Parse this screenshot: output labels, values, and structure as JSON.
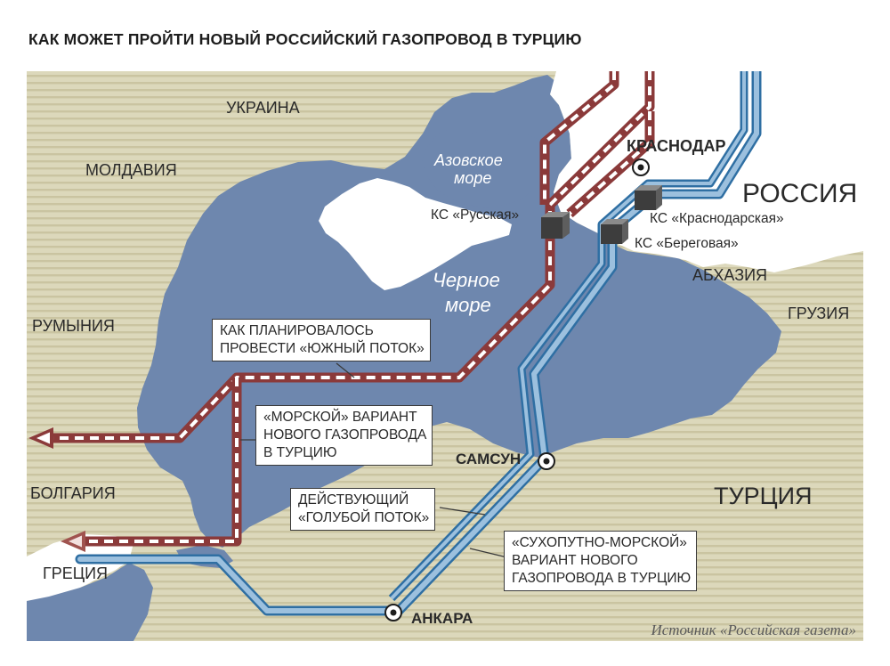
{
  "title": "КАК МОЖЕТ ПРОЙТИ НОВЫЙ РОССИЙСКИЙ ГАЗОПРОВОД В ТУРЦИЮ",
  "countries": {
    "ukraine": "УКРАИНА",
    "moldova": "МОЛДАВИЯ",
    "romania": "РУМЫНИЯ",
    "bulgaria": "БОЛГАРИЯ",
    "greece": "ГРЕЦИЯ",
    "russia": "РОССИЯ",
    "abkhazia": "АБХАЗИЯ",
    "georgia": "ГРУЗИЯ",
    "turkey": "ТУРЦИЯ"
  },
  "seas": {
    "azov_line1": "Азовское",
    "azov_line2": "море",
    "black_line1": "Черное",
    "black_line2": "море"
  },
  "cities": {
    "krasnodar": "КРАСНОДАР",
    "samsun": "САМСУН",
    "ankara": "АНКАРА"
  },
  "stations": {
    "russkaya": "КС «Русская»",
    "krasnodarskaya": "КС «Краснодарская»",
    "beregovaya": "КС «Береговая»"
  },
  "legend_boxes": {
    "south_stream": "КАК ПЛАНИРОВАЛОСЬ\nПРОВЕСТИ «ЮЖНЫЙ ПОТОК»",
    "sea_variant": "«МОРСКОЙ» ВАРИАНТ\nНОВОГО ГАЗОПРОВОДА\nВ ТУРЦИЮ",
    "blue_stream": "ДЕЙСТВУЮЩИЙ\n«ГОЛУБОЙ ПОТОК»",
    "land_sea_variant": "«СУХОПУТНО-МОРСКОЙ»\nВАРИАНТ НОВОГО\nГАЗОПРОВОДА В ТУРЦИЮ"
  },
  "source": "Источник «Российская газета»",
  "colors": {
    "sea": "#6e87ae",
    "land": "#dcd8bb",
    "land_stripe": "#cac4a1",
    "pipeline_red": "#8b3a3a",
    "pipeline_blue_dark": "#2f6fa3",
    "pipeline_blue_light": "#9cc0de"
  }
}
